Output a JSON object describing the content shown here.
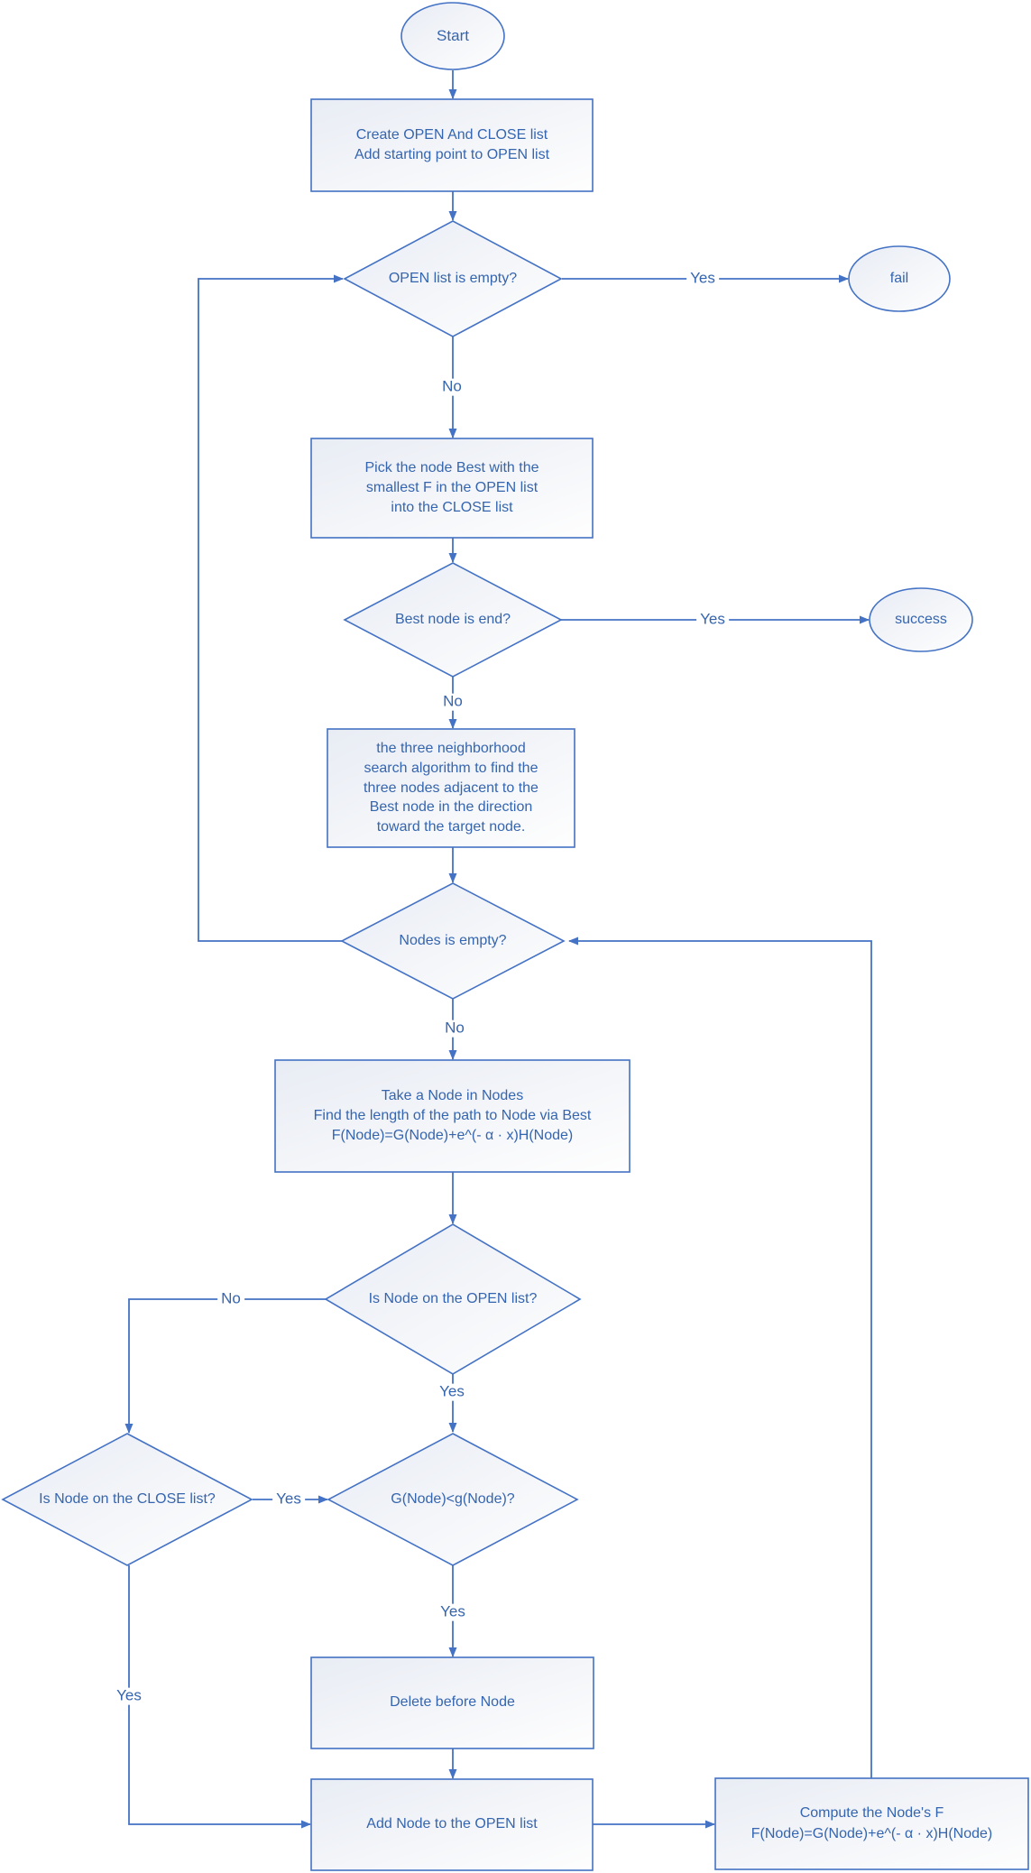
{
  "nodes": {
    "start": {
      "label": "Start",
      "shape": "ellipse"
    },
    "create_lists": {
      "label": "Create OPEN And CLOSE list\nAdd starting point to OPEN list",
      "shape": "rect"
    },
    "open_empty": {
      "label": "OPEN list is empty?",
      "shape": "diamond"
    },
    "fail": {
      "label": "fail",
      "shape": "ellipse"
    },
    "pick_best": {
      "label": "Pick the node Best with the\nsmallest F in the OPEN list\ninto the CLOSE list",
      "shape": "rect"
    },
    "best_is_end": {
      "label": "Best node is end?",
      "shape": "diamond"
    },
    "success": {
      "label": "success",
      "shape": "ellipse"
    },
    "neighborhood": {
      "label": "the three neighborhood\nsearch algorithm to find the\nthree nodes adjacent to the\nBest node in the direction\ntoward the target node.",
      "shape": "rect"
    },
    "nodes_empty": {
      "label": "Nodes is empty?",
      "shape": "diamond"
    },
    "take_node": {
      "label": "Take a Node in Nodes\nFind the length of the path to Node via Best\nF(Node)=G(Node)+e^(- α · x)H(Node)",
      "shape": "rect"
    },
    "node_on_open": {
      "label": "Is Node on the OPEN list?",
      "shape": "diamond"
    },
    "node_on_close": {
      "label": "Is Node on the CLOSE list?",
      "shape": "diamond"
    },
    "g_less": {
      "label": "G(Node)<g(Node)?",
      "shape": "diamond"
    },
    "delete_before": {
      "label": "Delete before Node",
      "shape": "rect"
    },
    "add_node": {
      "label": "Add Node to the OPEN list",
      "shape": "rect"
    },
    "compute_f": {
      "label": "Compute the Node's F\nF(Node)=G(Node)+e^(- α · x)H(Node)",
      "shape": "rect"
    }
  },
  "edge_labels": {
    "open_empty_yes": "Yes",
    "open_empty_no": "No",
    "best_end_yes": "Yes",
    "best_end_no": "No",
    "nodes_empty_no": "No",
    "node_on_open_no": "No",
    "node_on_open_yes": "Yes",
    "close_list_yes": "Yes",
    "g_less_yes": "Yes",
    "close_list_down_yes": "Yes"
  },
  "colors": {
    "line": "#4472c4",
    "text": "#3565af",
    "shape_fill_from": "#e8ecf4",
    "shape_fill_to": "#fefefe",
    "background": "#ffffff"
  }
}
